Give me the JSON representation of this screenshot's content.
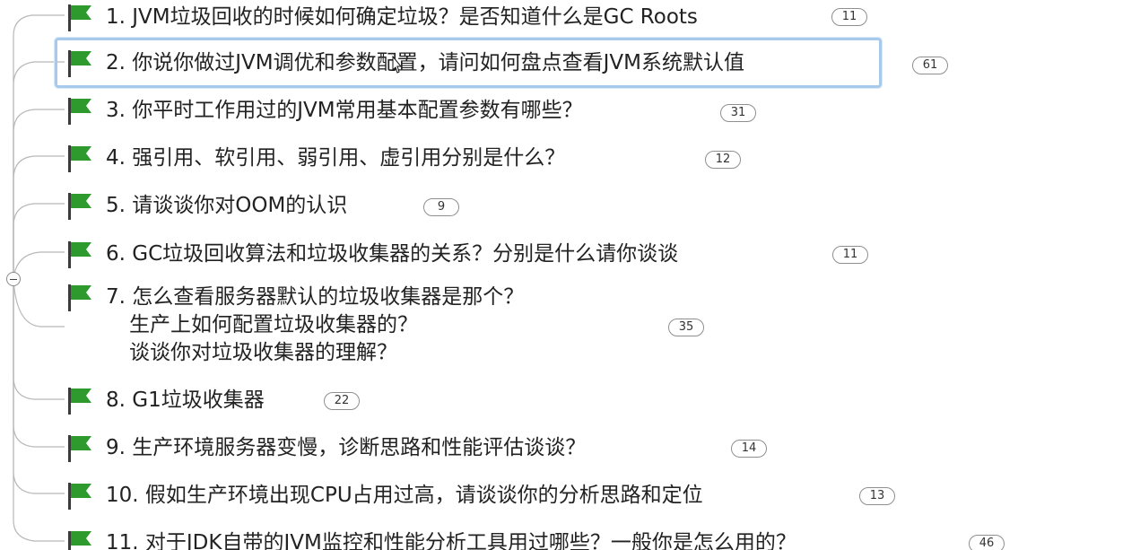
{
  "nodes": [
    {
      "label": "1. JVM垃圾回收的时候如何确定垃圾？是否知道什么是GC Roots",
      "count": "11"
    },
    {
      "label": "2. 你说你做过JVM调优和参数配置，请问如何盘点查看JVM系统默认值",
      "count": "61"
    },
    {
      "label": "3. 你平时工作用过的JVM常用基本配置参数有哪些？",
      "count": "31"
    },
    {
      "label": "4. 强引用、软引用、弱引用、虚引用分别是什么？",
      "count": "12"
    },
    {
      "label": "5. 请谈谈你对OOM的认识",
      "count": "9"
    },
    {
      "label": "6. GC垃圾回收算法和垃圾收集器的关系？分别是什么请你谈谈",
      "count": "11"
    },
    {
      "label_lines": [
        "7. 怎么查看服务器默认的垃圾收集器是那个？",
        "生产上如何配置垃圾收集器的？",
        "谈谈你对垃圾收集器的理解？"
      ],
      "count": "35"
    },
    {
      "label": "8. G1垃圾收集器",
      "count": "22"
    },
    {
      "label": "9. 生产环境服务器变慢，诊断思路和性能评估谈谈？",
      "count": "14"
    },
    {
      "label": "10. 假如生产环境出现CPU占用过高，请谈谈你的分析思路和定位",
      "count": "13"
    },
    {
      "label": "11. 对于JDK自带的JVM监控和性能分析工具用过哪些？一般你是怎么用的？",
      "count": "46"
    }
  ],
  "selected_node": "2",
  "colors": {
    "flag": "#2e9a2e",
    "connector": "#b8b8b8",
    "selection": "#a7c9ec"
  },
  "icons": {
    "flag": "green-flag-icon",
    "collapse": "collapse-minus-icon",
    "cursor": "text-cursor-icon"
  }
}
